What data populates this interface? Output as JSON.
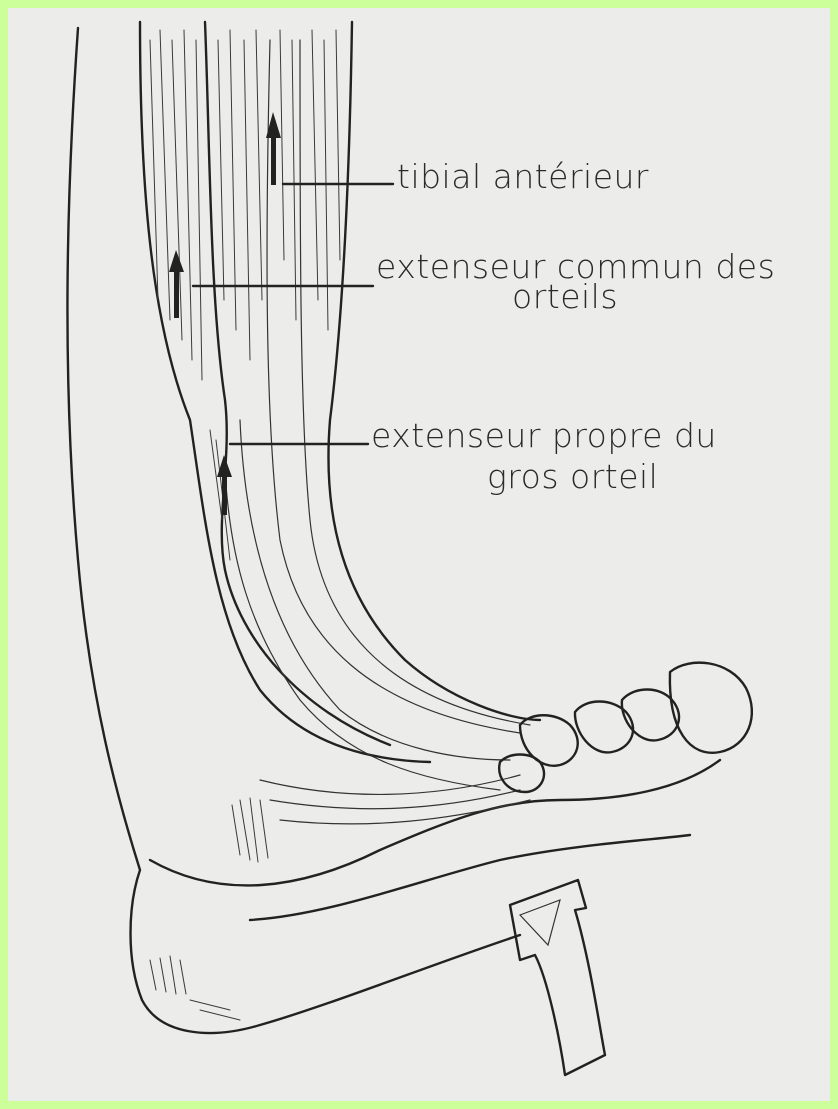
{
  "labels": {
    "tibial": "tibial antérieur",
    "extenseur_commun_line1": "extenseur commun des",
    "extenseur_commun_line2": "orteils",
    "extenseur_propre_line1": "extenseur propre du",
    "extenseur_propre_line2": "gros orteil"
  },
  "colors": {
    "border": "#ccff99",
    "paper": "#ecedea",
    "ink": "#222222"
  }
}
